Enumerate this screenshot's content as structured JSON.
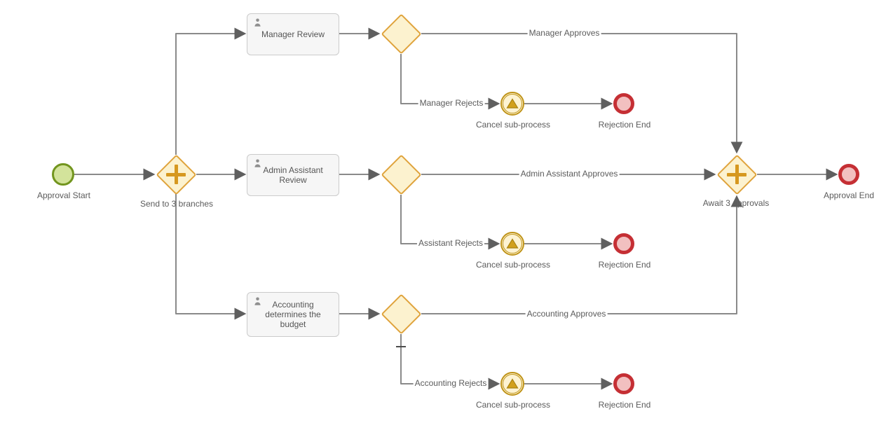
{
  "diagram": {
    "type": "bpmn-approval-process",
    "colors": {
      "flow_line": "#8a8a8a",
      "arrowhead": "#5f5f5f",
      "task_fill": "#f6f6f6",
      "task_border": "#cbcbcb",
      "task_text": "#555555",
      "gateway_fill": "#fcf2cf",
      "gateway_border": "#dfa33b",
      "gateway_marker": "#d6981f",
      "start_fill": "#d3e39b",
      "start_border": "#72951e",
      "end_fill": "#f2c0c0",
      "end_border": "#c52f34",
      "cancel_fill": "#fdf3d2",
      "cancel_border": "#bf9317",
      "cancel_triangle": "#d2a01c",
      "label_text": "#5b5b5b"
    },
    "nodes": {
      "start": {
        "label": "Approval Start"
      },
      "split_gateway": {
        "label": "Send to 3 branches",
        "marker": "parallel-plus"
      },
      "await_gateway": {
        "label": "Await 3 approvals",
        "marker": "parallel-plus"
      },
      "end": {
        "label": "Approval End"
      }
    },
    "branches": [
      {
        "task_label": "Manager Review",
        "approve_label": "Manager Approves",
        "reject_label": "Manager Rejects",
        "cancel_label": "Cancel sub-process",
        "rejection_end_label": "Rejection End"
      },
      {
        "task_label": "Admin Assistant Review",
        "approve_label": "Admin Assistant Approves",
        "reject_label": "Assistant Rejects",
        "cancel_label": "Cancel sub-process",
        "rejection_end_label": "Rejection End"
      },
      {
        "task_label": "Accounting determines the budget",
        "approve_label": "Accounting Approves",
        "reject_label": "Accounting Rejects",
        "cancel_label": "Cancel sub-process",
        "rejection_end_label": "Rejection End"
      }
    ]
  }
}
